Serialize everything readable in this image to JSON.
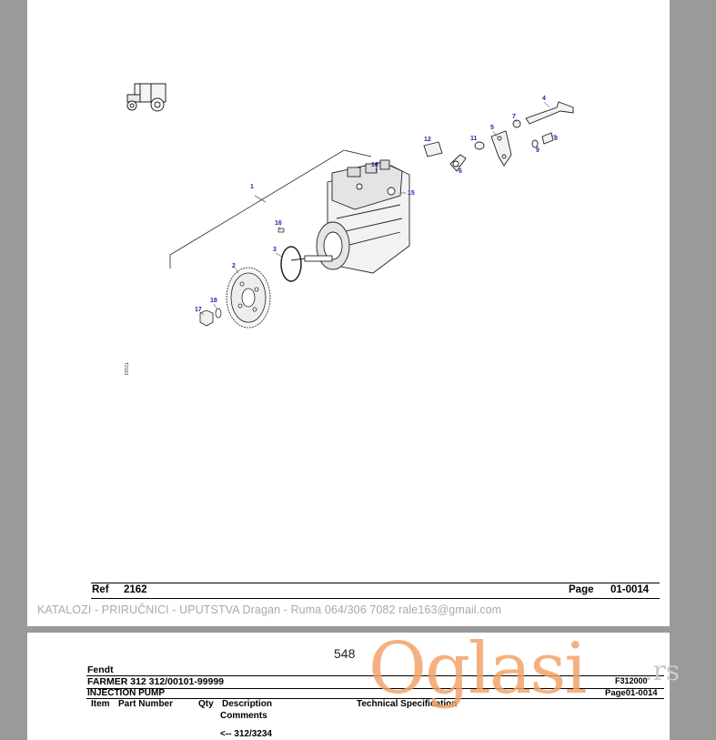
{
  "page1": {
    "ref_label": "Ref",
    "ref_value": "2162",
    "page_label": "Page",
    "page_value": "01-0014",
    "side_code": "T2163",
    "callouts": [
      "1",
      "2",
      "3",
      "4",
      "5",
      "6",
      "7",
      "8",
      "9",
      "10",
      "11",
      "12",
      "15",
      "16",
      "17",
      "18"
    ]
  },
  "watermark_text": "KATALOZI - PRIRUČNICI - UPUTSTVA Dragan - Ruma 064/306 7082   rale163@gmail.com",
  "page2": {
    "page_number": "548",
    "brand": "Fendt",
    "model": "FARMER 312 312/00101-99999",
    "code": "F312000",
    "section": "INJECTION PUMP",
    "page_ref": "Page01-0014",
    "columns": {
      "item": "Item",
      "part_number": "Part Number",
      "qty": "Qty",
      "description": "Description",
      "comments": "Comments",
      "tech_spec": "Technical Specification"
    },
    "row_text": "<-- 312/3234"
  },
  "logo": {
    "text": "Oglasi",
    "suffix": ".rs",
    "color": "#f2a163"
  }
}
